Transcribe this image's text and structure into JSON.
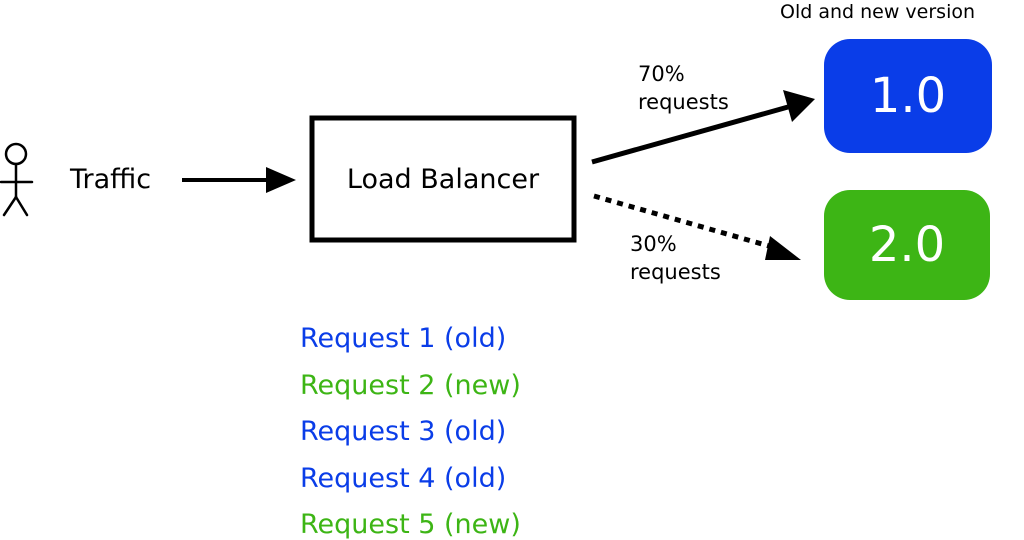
{
  "header": {
    "title": "Old and new version"
  },
  "traffic": {
    "label": "Traffic"
  },
  "load_balancer": {
    "label": "Load Balancer"
  },
  "routes": [
    {
      "percent": "70%",
      "unit": "requests",
      "line_style": "solid",
      "target": "1.0"
    },
    {
      "percent": "30%",
      "unit": "requests",
      "line_style": "dotted",
      "target": "2.0"
    }
  ],
  "versions": [
    {
      "label": "1.0",
      "color": "#0a3de8"
    },
    {
      "label": "2.0",
      "color": "#3db515"
    }
  ],
  "requests": [
    {
      "label": "Request 1 (old)",
      "color": "#0a3de8"
    },
    {
      "label": "Request 2 (new)",
      "color": "#3db515"
    },
    {
      "label": "Request 3 (old)",
      "color": "#0a3de8"
    },
    {
      "label": "Request 4 (old)",
      "color": "#0a3de8"
    },
    {
      "label": "Request 5 (new)",
      "color": "#3db515"
    }
  ],
  "icons": {
    "user": "person-icon"
  }
}
